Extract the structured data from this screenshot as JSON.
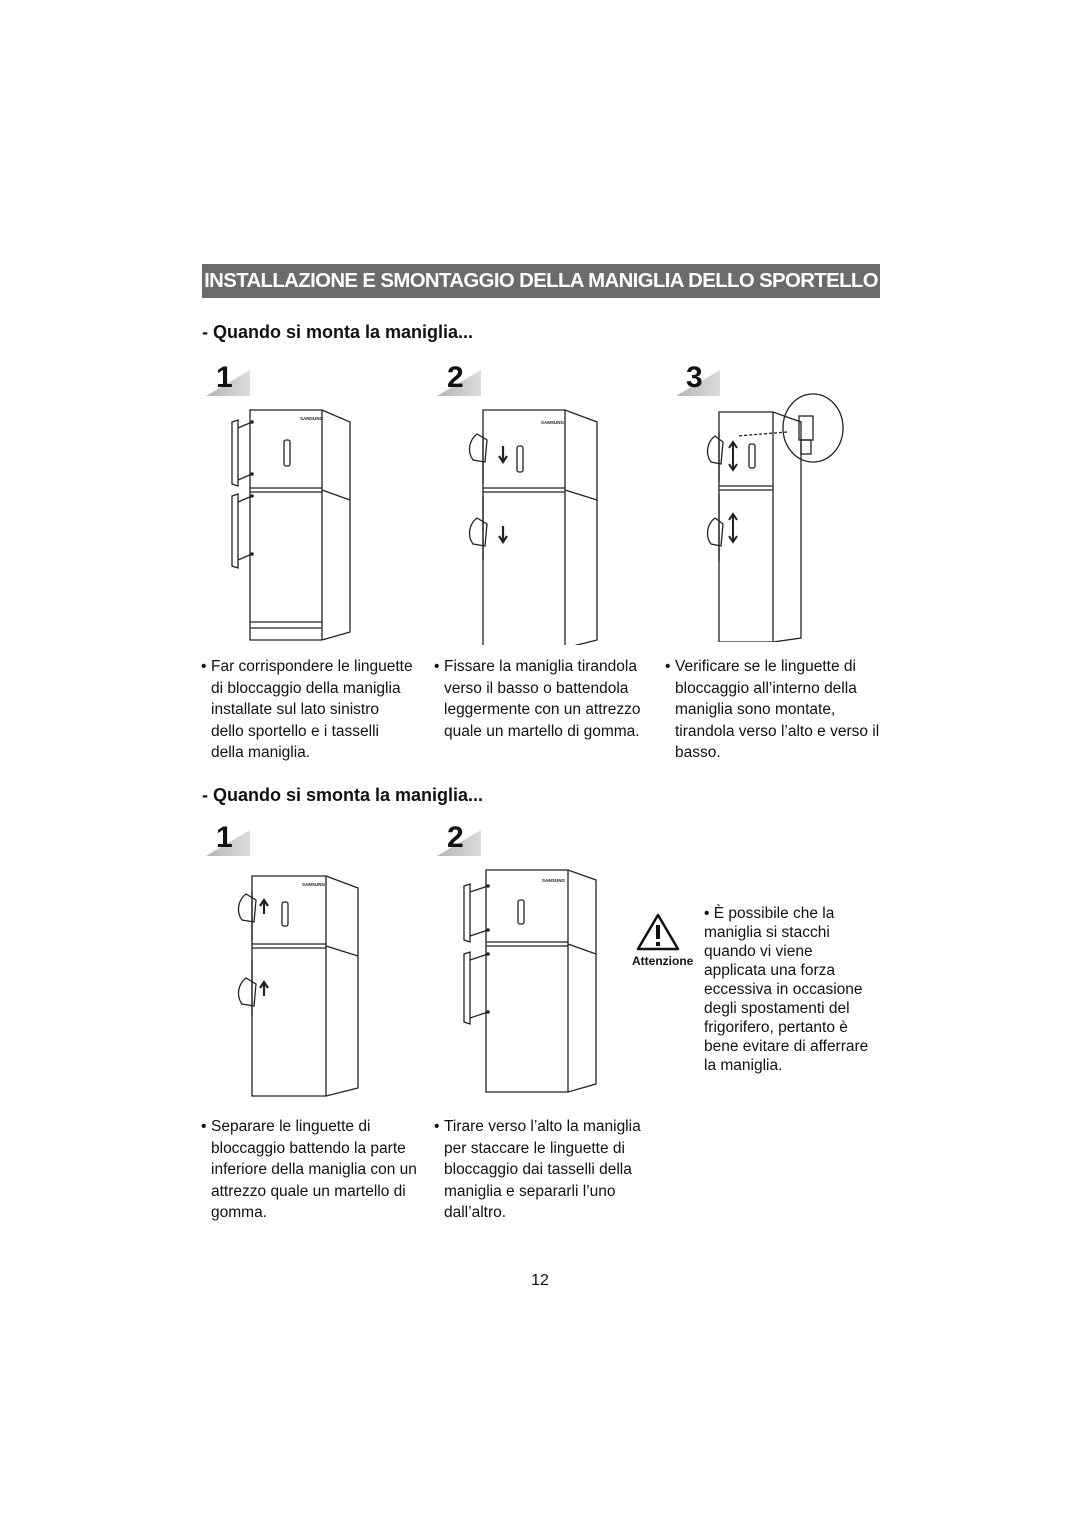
{
  "title": "INSTALLAZIONE E SMONTAGGIO DELLA MANIGLIA DELLO SPORTELLO",
  "mount": {
    "heading": "- Quando si monta la maniglia...",
    "steps": [
      {
        "number": "1",
        "caption": "Far corrispondere le linguette di bloccaggio della maniglia installate sul lato sinistro dello sportello e i tasselli della maniglia."
      },
      {
        "number": "2",
        "caption": "Fissare la maniglia tirandola verso il basso o battendola leggermente con un attrezzo quale un martello di gomma."
      },
      {
        "number": "3",
        "caption": "Verificare se le linguette di bloccaggio all’interno della maniglia sono montate, tirandola verso l’alto e verso il basso."
      }
    ]
  },
  "unmount": {
    "heading": "- Quando si smonta la maniglia...",
    "steps": [
      {
        "number": "1",
        "caption": "Separare le linguette di bloccaggio battendo la parte inferiore della maniglia con un attrezzo quale un martello di gomma."
      },
      {
        "number": "2",
        "caption": "Tirare verso l’alto la maniglia per staccare le linguette di bloccaggio dai tasselli della maniglia e separarli l’uno dall’altro."
      }
    ]
  },
  "warning": {
    "label": "Attenzione",
    "text": "È possibile che la maniglia si stacchi quando vi viene applicata una forza eccessiva in occasione degli spostamenti del frigorifero, pertanto è bene evitare di afferrare la maniglia."
  },
  "brand": "SAMSUNG",
  "bullet": "•",
  "page_number": "12"
}
